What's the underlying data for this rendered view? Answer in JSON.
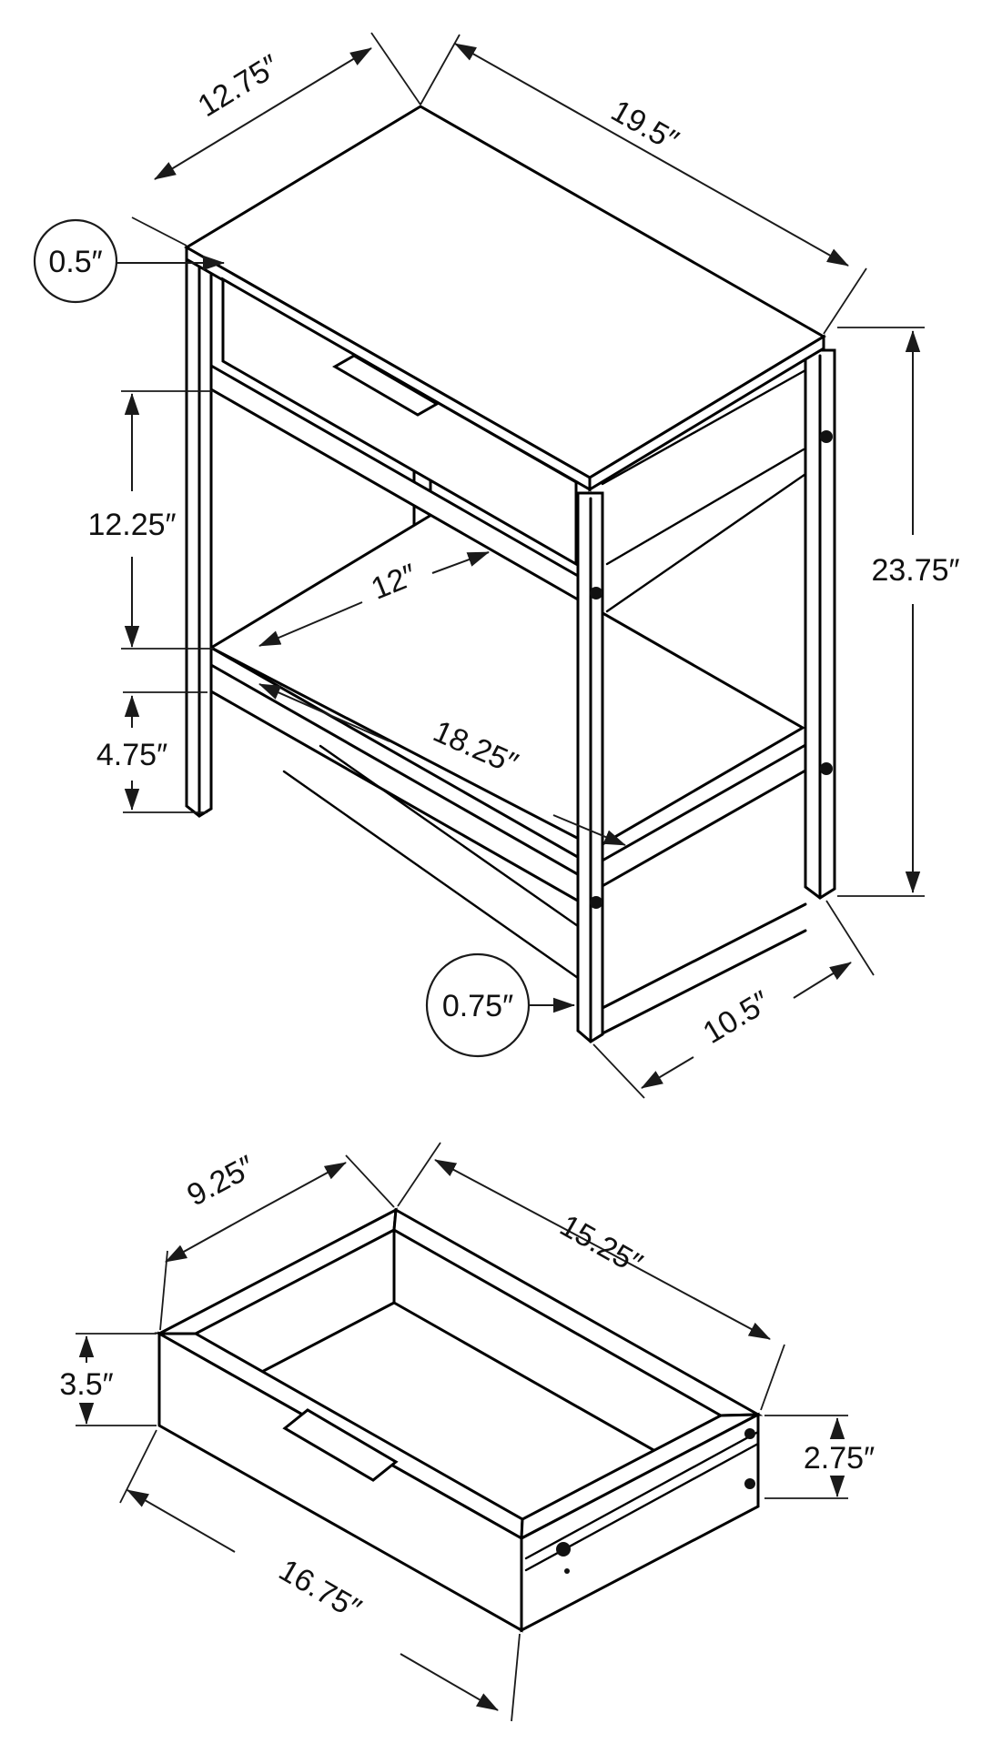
{
  "drawing": {
    "type": "furniture-technical-drawing",
    "views": [
      {
        "id": "assembled-table",
        "description": "isometric accent table with drawer and shelf"
      },
      {
        "id": "drawer-detail",
        "description": "isometric open drawer box"
      }
    ],
    "units_symbol": "″"
  },
  "dims": {
    "top_depth": "12.75″",
    "top_width": "19.5″",
    "top_thickness": "0.5″",
    "rail_to_shelf": "12.25″",
    "shelf_to_floor": "4.75″",
    "opening_height": "12″",
    "shelf_diagonal": "18.25″",
    "total_height": "23.75″",
    "leg_thickness": "0.75″",
    "base_depth": "10.5″",
    "drawer_depth": "9.25″",
    "drawer_width": "15.25″",
    "drawer_front_height": "3.5″",
    "drawer_side_height": "2.75″",
    "drawer_front_width": "16.75″"
  }
}
